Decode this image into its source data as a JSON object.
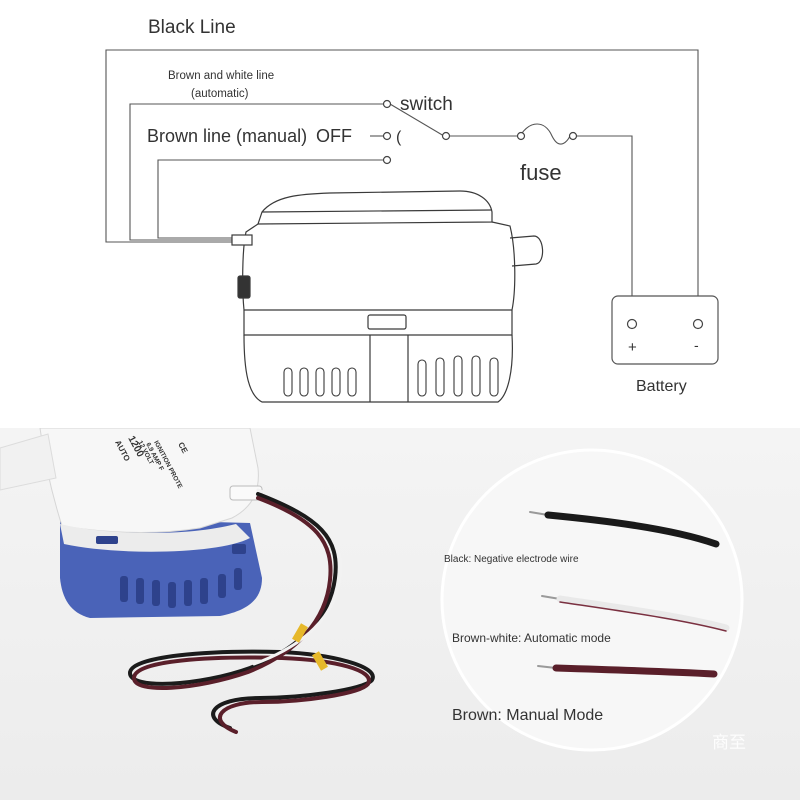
{
  "diagram": {
    "black_line_label": "Black Line",
    "brown_white_label_line1": "Brown and white line",
    "brown_white_label_line2": "(automatic)",
    "brown_line_label": "Brown line (manual)",
    "off_label": "OFF",
    "off_contact": "(",
    "switch_label": "switch",
    "fuse_label": "fuse",
    "battery_label": "Battery",
    "battery_plus": "+",
    "battery_minus": "-"
  },
  "photo": {
    "pump_label_lines": [
      "AUTO",
      "1200",
      "12 VOLT",
      "6.9 AMP F",
      "IGNITION PROTE",
      "CE"
    ],
    "wire_labels": [
      {
        "text": "Black: Negative electrode wire",
        "color": "#1a1a1a"
      },
      {
        "text": "Brown-white: Automatic mode",
        "color": "#e8e8e8"
      },
      {
        "text": "Brown: Manual Mode",
        "color": "#5a1f2a"
      }
    ],
    "watermark": "商至"
  }
}
